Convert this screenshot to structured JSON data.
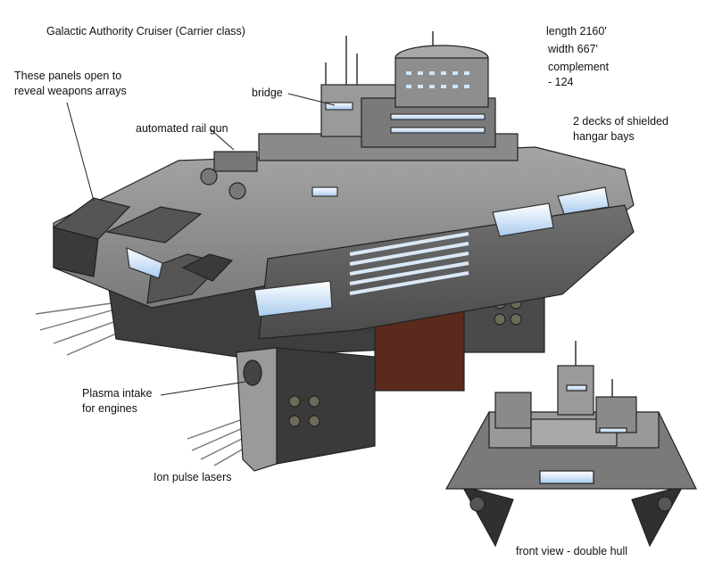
{
  "title": "Galactic Authority Cruiser (Carrier class)",
  "specs": {
    "length": "length 2160'",
    "width": "width 667'",
    "complement": "complement\n- 124"
  },
  "callouts": {
    "panels": "These panels open to\nreveal weapons arrays",
    "bridge": "bridge",
    "rail_gun": "automated rail gun",
    "hangar": "2 decks of shielded\nhangar bays",
    "plasma": "Plasma intake\nfor engines",
    "ion": "Ion pulse lasers",
    "front_view": "front view - double hull"
  },
  "colors": {
    "hull_light": "#8c8c8c",
    "hull_mid": "#6b6b6b",
    "hull_dark": "#3a3a3a",
    "glow": "#cfe6ff",
    "accent_rust": "#5a2a1c"
  }
}
